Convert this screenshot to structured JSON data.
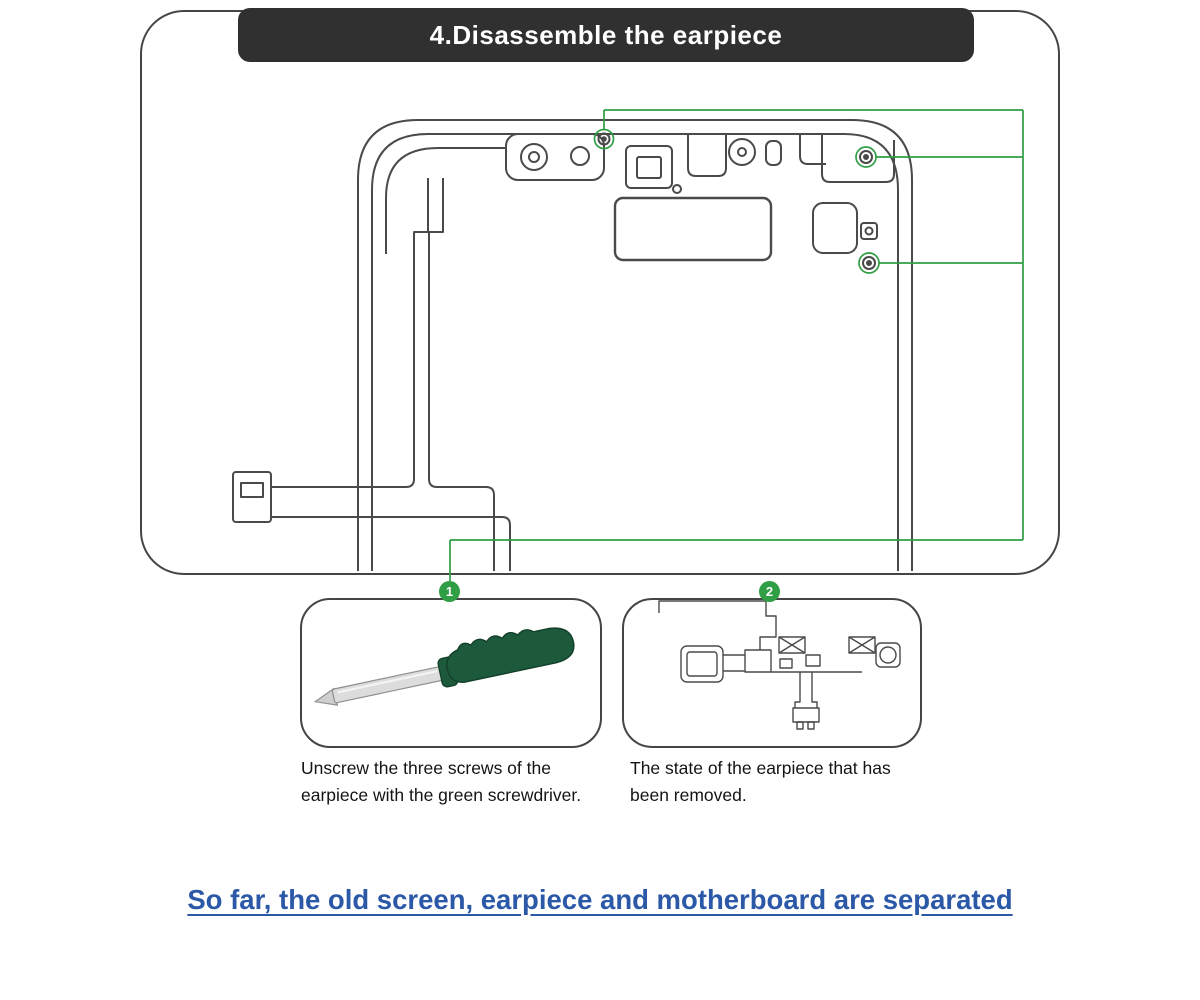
{
  "banner": {
    "title": "4.Disassemble the earpiece"
  },
  "steps": [
    {
      "marker": "1",
      "caption": "Unscrew the three screws of the earpiece with the green screwdriver.",
      "illustration": "green-screwdriver"
    },
    {
      "marker": "2",
      "caption": "The state of the earpiece that has been removed.",
      "illustration": "removed-earpiece-flex"
    }
  ],
  "footer": {
    "heading": "So far, the old screen, earpiece and motherboard are separated"
  },
  "colors": {
    "banner_bg": "#303030",
    "banner_text": "#ffffff",
    "line_art": "#4a4a4a",
    "accent_green": "#2f9e44",
    "screwdriver_green": "#1d5a3b",
    "heading_blue": "#2b59a8"
  }
}
